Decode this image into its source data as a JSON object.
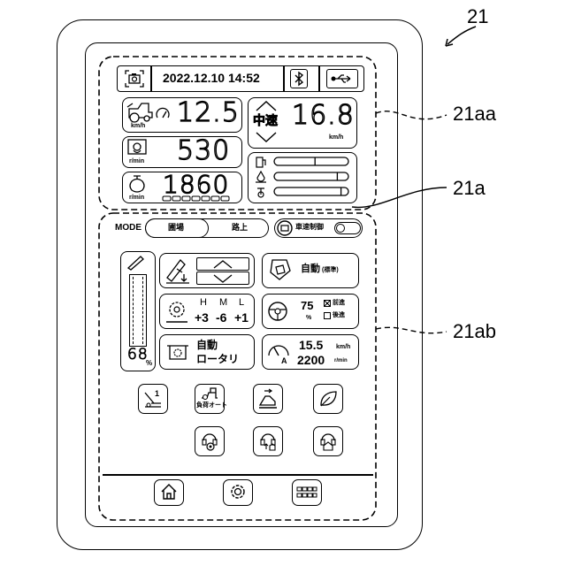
{
  "callouts": {
    "device": "21",
    "upper_panel": "21aa",
    "screen": "21a",
    "lower_panel": "21ab"
  },
  "status_bar": {
    "datetime": "2022.12.10 14:52",
    "icons": [
      "camera-icon",
      "bluetooth-icon",
      "usb-icon"
    ]
  },
  "gauges": {
    "ground_speed": {
      "value": "12.5",
      "unit": "km/h"
    },
    "travel_speed": {
      "mode": "中速",
      "value": "16.8",
      "unit": "km/h"
    },
    "pto_rpm": {
      "value": "530",
      "unit": "r/min"
    },
    "engine_rpm": {
      "value": "1860",
      "unit": "r/min"
    },
    "levels": [
      {
        "name": "fuel",
        "fill": 0.55
      },
      {
        "name": "def",
        "fill": 0.85
      },
      {
        "name": "coolant",
        "fill": 0.9
      }
    ]
  },
  "mode_bar": {
    "label": "MODE",
    "options": [
      "圃場",
      "路上"
    ],
    "brake_label": "車速制御"
  },
  "implement": {
    "height_percent": "68",
    "height_unit": "%",
    "auto_label": "自動",
    "auto_sub": "(標準)",
    "hml": {
      "labels": [
        "H",
        "M",
        "L"
      ],
      "values": [
        "+3",
        "-6",
        "+1"
      ]
    },
    "steer_percent": "75",
    "steer_unit": "%",
    "steer_options": [
      "前進",
      "後進"
    ],
    "auto_rotary_line1": "自動",
    "auto_rotary_line2": "ロータリ",
    "speed_value": "15.5",
    "speed_unit": "km/h",
    "rpm_value": "2200",
    "rpm_unit": "r/min"
  },
  "function_buttons": {
    "row1": [
      "implement-1-icon",
      "load-auto-icon",
      "hitch-icon",
      "eco-leaf-icon"
    ],
    "load_auto_label": "負荷オート",
    "row2": [
      "service-lock-icon",
      "service-up-icon",
      "service-home-icon"
    ]
  },
  "bottom_nav": [
    "home-icon",
    "settings-icon",
    "menu-grid-icon"
  ]
}
